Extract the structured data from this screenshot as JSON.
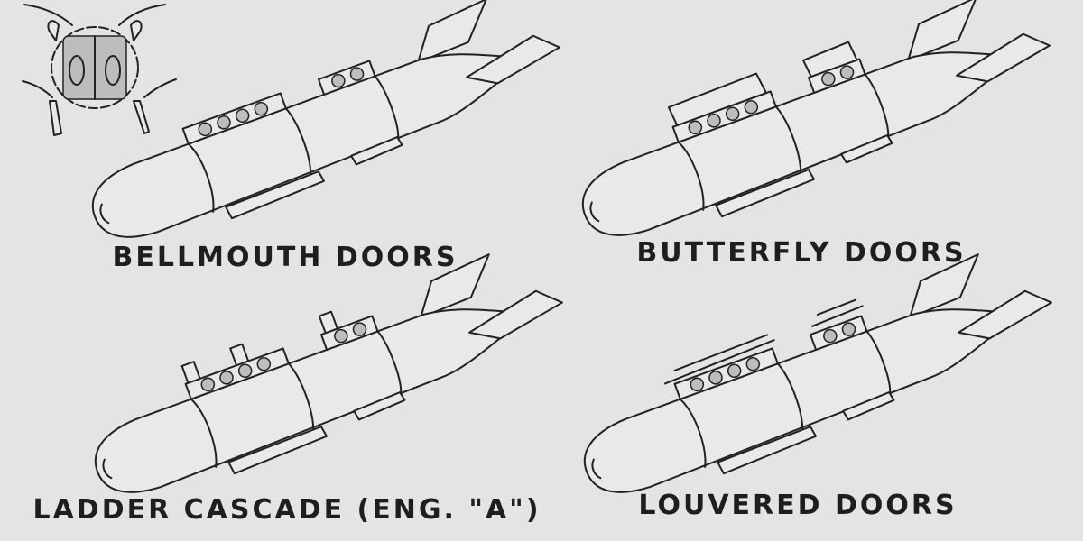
{
  "panels": [
    {
      "label": "BELLMOUTH DOORS"
    },
    {
      "label": "BUTTERFLY DOORS"
    },
    {
      "label": "LADDER CASCADE (ENG. \"A\")"
    },
    {
      "label": "LOUVERED DOORS"
    }
  ],
  "colors": {
    "background": "#e4e4e2",
    "ink": "#222222"
  }
}
